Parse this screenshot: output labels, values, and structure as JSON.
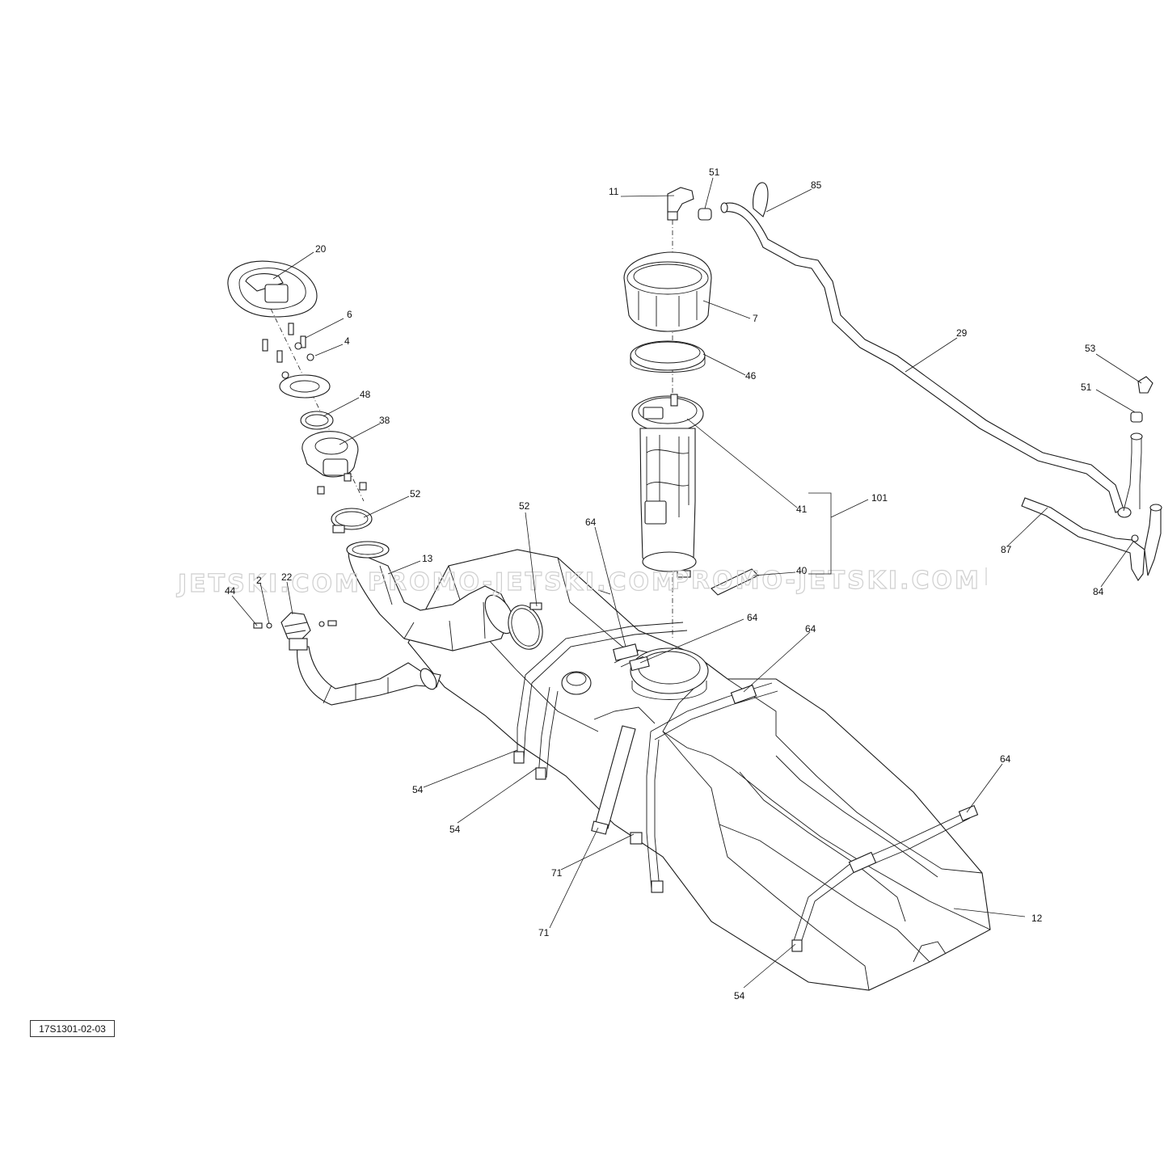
{
  "diagram": {
    "reference_code": "17S1301-02-03",
    "watermark": {
      "left": "JETSKI.COM",
      "middle": "PROMO-JETSKI.COM",
      "right": "PROMO-JETSKI.COM"
    },
    "callouts": {
      "c20": "20",
      "c6": "6",
      "c4": "4",
      "c48": "48",
      "c38": "38",
      "c52a": "52",
      "c13": "13",
      "c44": "44",
      "c2": "2",
      "c22": "22",
      "c52b": "52",
      "c64a": "64",
      "c64b": "64",
      "c64c": "64",
      "c64d": "64",
      "c11": "11",
      "c51a": "51",
      "c85": "85",
      "c7": "7",
      "c46": "46",
      "c41": "41",
      "c101": "101",
      "c40": "40",
      "c29": "29",
      "c53": "53",
      "c51b": "51",
      "c87": "87",
      "c84": "84",
      "c54a": "54",
      "c54b": "54",
      "c54c": "54",
      "c71a": "71",
      "c71b": "71",
      "c12": "12"
    }
  }
}
